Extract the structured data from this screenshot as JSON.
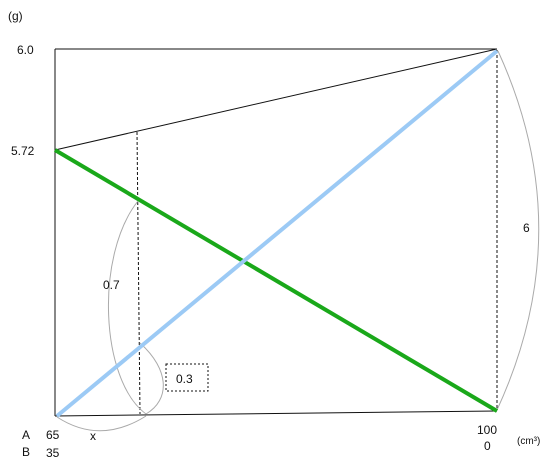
{
  "unit_weight": "(g)",
  "unit_volume": "(cm³)",
  "y_labels": {
    "top": "6.0",
    "mid": "5.72"
  },
  "row_labels": {
    "a": "A",
    "b": "B"
  },
  "bottom_left": {
    "a_value": "65",
    "b_value": "35",
    "x_label": "x"
  },
  "bottom_right": {
    "a_value": "100",
    "b_value": "0"
  },
  "annotations": {
    "seven_tenths": "0.7",
    "three_tenths": "0.3",
    "six": "6"
  },
  "colors": {
    "green_line": "#1aa81a",
    "blue_line": "#9ccaf5",
    "frame": "#111111",
    "arc": "#aaaaaa"
  }
}
